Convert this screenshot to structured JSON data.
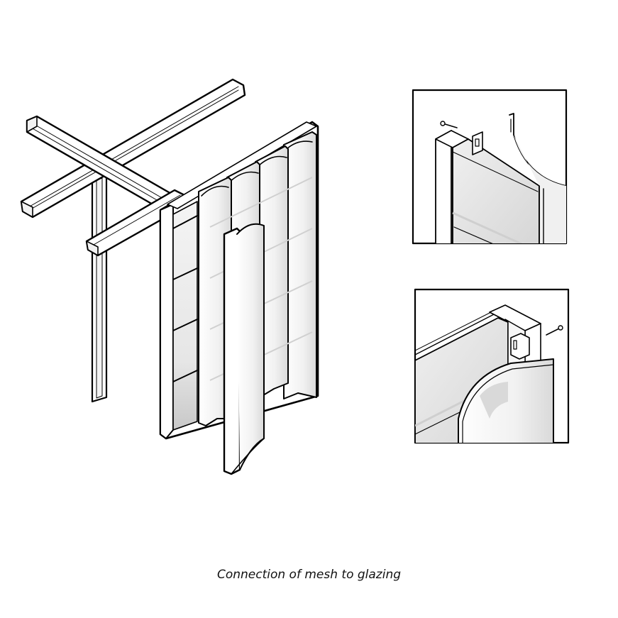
{
  "caption": "Connection of mesh to glazing",
  "colors": {
    "line": "#000000",
    "surface": "#ffffff",
    "glass_light": "#f2f2f2",
    "glass_mid": "#e0e0e0",
    "glass_dark": "#c9c9c9"
  },
  "views": [
    {
      "name": "axonometric-facade-assembly"
    },
    {
      "name": "detail-top-connection"
    },
    {
      "name": "detail-bottom-connection"
    }
  ]
}
